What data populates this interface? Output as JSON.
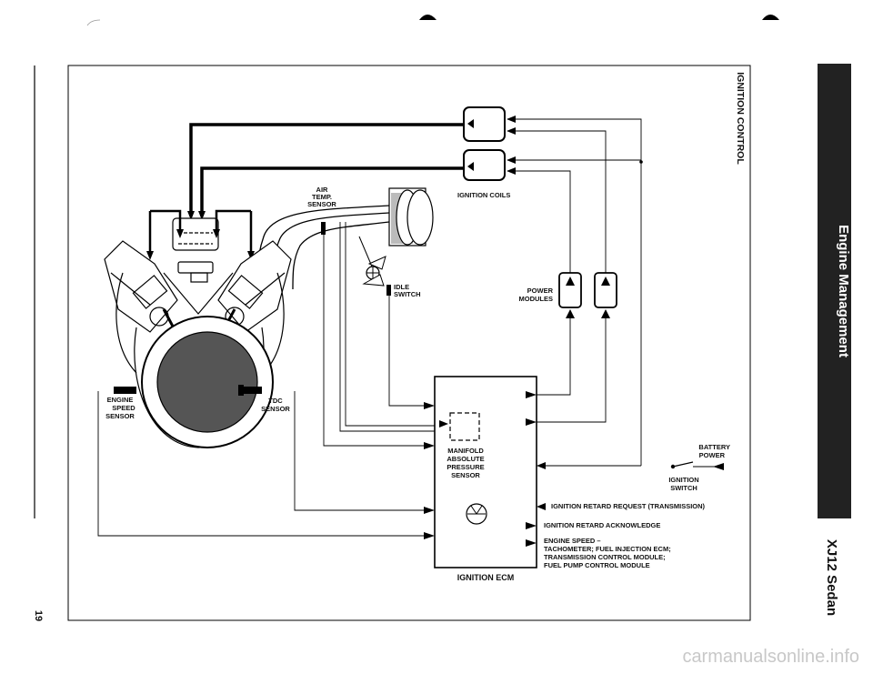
{
  "page": {
    "side_title": "Engine Management",
    "model": "XJ12 Sedan",
    "section_title": "IGNITION CONTROL",
    "page_number": "19",
    "watermark": "carmanualsonline.info"
  },
  "labels": {
    "air_temp": [
      "AIR",
      "TEMP.",
      "SENSOR"
    ],
    "ignition_coils": "IGNITION COILS",
    "idle_switch": [
      "IDLE",
      "SWITCH"
    ],
    "power_modules": [
      "POWER",
      "MODULES"
    ],
    "engine_speed": [
      "ENGINE",
      "SPEED",
      "SENSOR"
    ],
    "tdc": [
      "TDC",
      "SENSOR"
    ],
    "map_sensor": [
      "MANIFOLD",
      "ABSOLUTE",
      "PRESSURE",
      "SENSOR"
    ],
    "battery_power": [
      "BATTERY",
      "POWER"
    ],
    "ignition_switch": [
      "IGNITION",
      "SWITCH"
    ],
    "retard_request": "IGNITION RETARD REQUEST (TRANSMISSION)",
    "retard_ack": "IGNITION RETARD ACKNOWLEDGE",
    "engine_speed_out": [
      "ENGINE SPEED –",
      "TACHOMETER; FUEL INJECTION ECM;",
      "TRANSMISSION CONTROL MODULE;",
      "FUEL PUMP CONTROL MODULE"
    ],
    "ecm_title": "IGNITION ECM"
  }
}
